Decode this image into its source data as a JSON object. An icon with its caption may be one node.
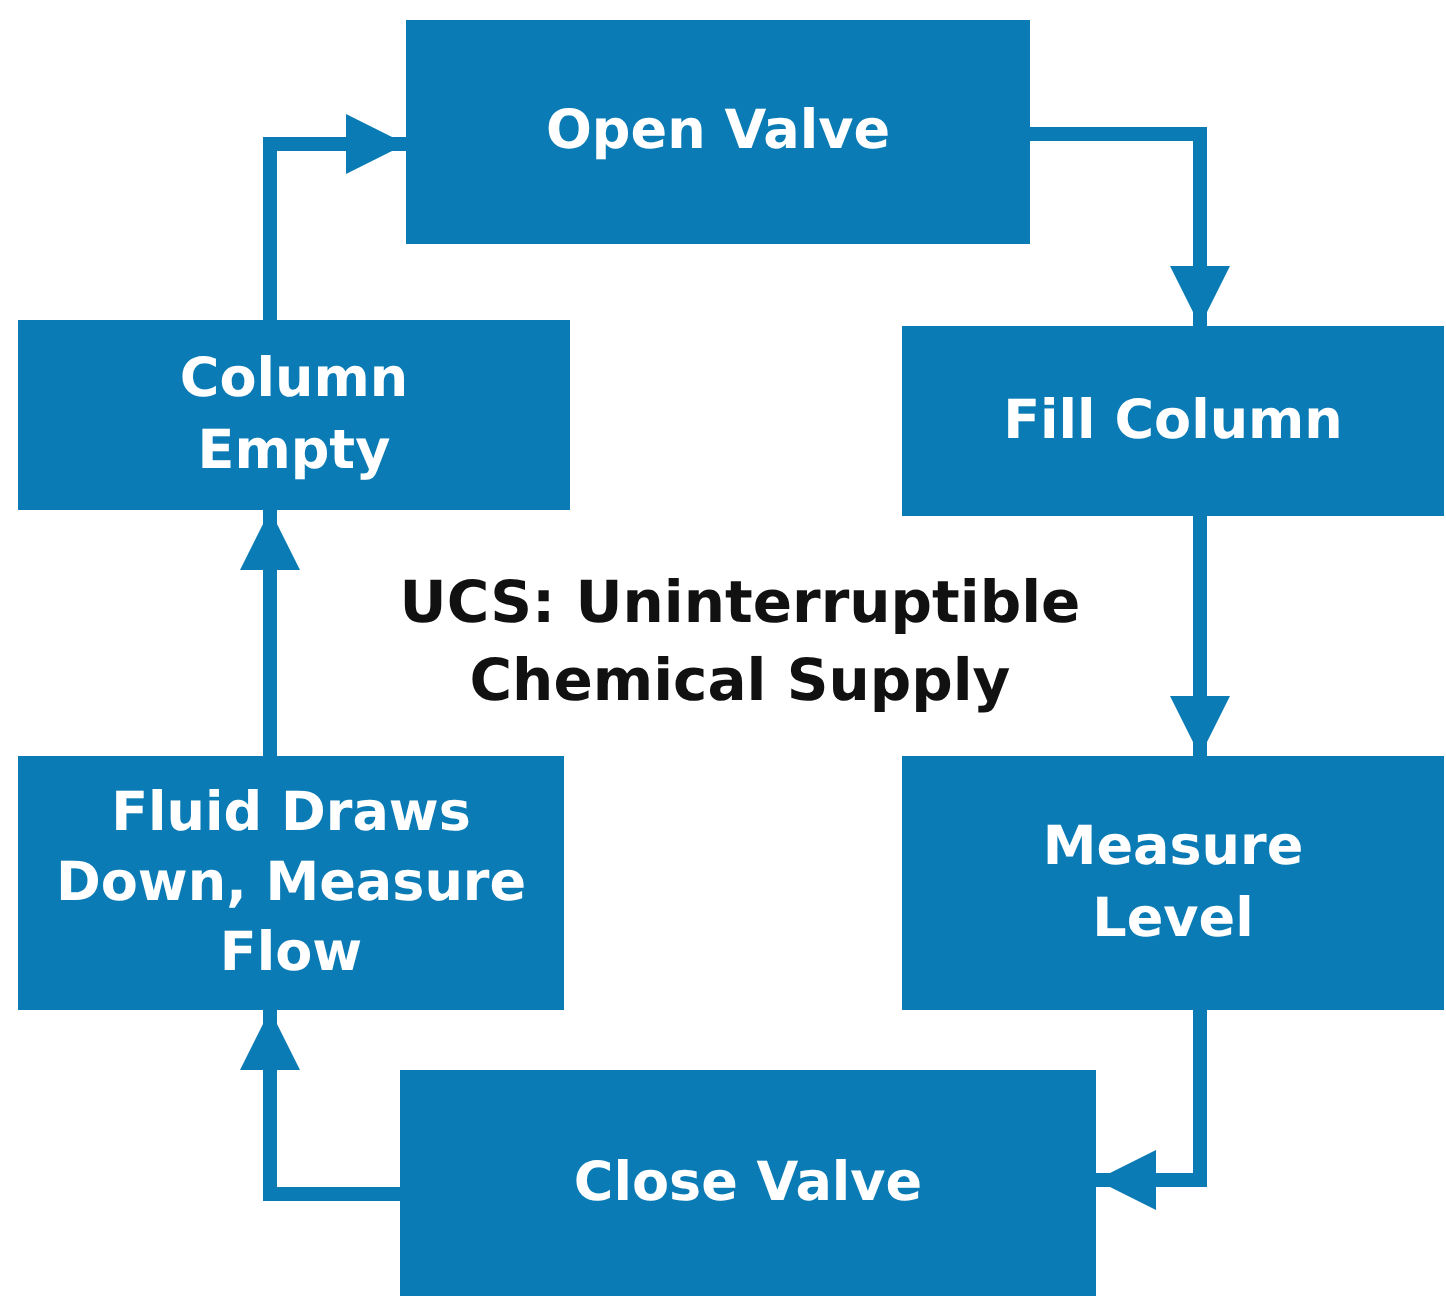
{
  "diagram": {
    "title": "UCS: Uninterruptible Chemical Supply",
    "nodes": [
      {
        "text": [
          "Open Valve"
        ]
      },
      {
        "text": [
          "Fill Column"
        ]
      },
      {
        "text": [
          "Measure Level"
        ]
      },
      {
        "text": [
          "Close Valve"
        ]
      },
      {
        "text": [
          "Fluid Draws Down, Measure Flow"
        ]
      },
      {
        "text": [
          "Column Empty"
        ]
      }
    ],
    "edges": [
      {
        "from": 0,
        "to": 1,
        "arrow": "to"
      },
      {
        "from": 1,
        "to": 2,
        "arrow": "to"
      },
      {
        "from": 2,
        "to": 3,
        "arrow": "to"
      },
      {
        "from": 3,
        "to": 4,
        "arrow": "to"
      },
      {
        "from": 4,
        "to": 5,
        "arrow": "to"
      },
      {
        "from": 5,
        "to": 0,
        "arrow": "to"
      }
    ]
  }
}
